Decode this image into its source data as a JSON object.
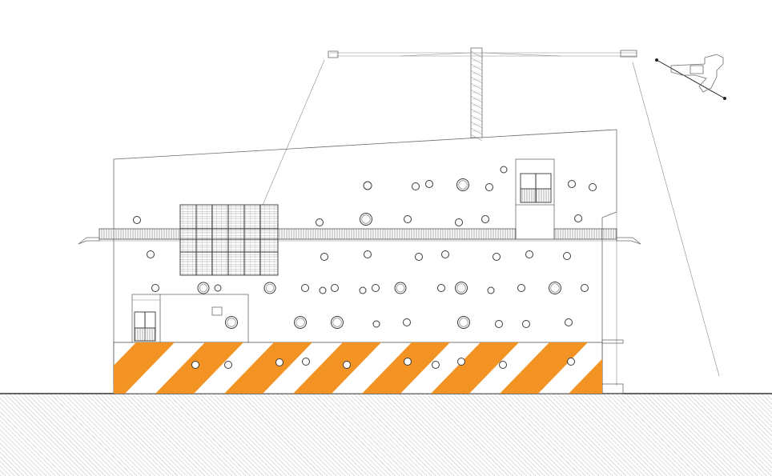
{
  "drawing": {
    "type": "architectural elevation",
    "colors": {
      "stripe": "#f39324",
      "line": "#6b6b6b",
      "ground_hatch": "#9a9a9a",
      "background": "#ffffff"
    },
    "elements": [
      "tower-crane",
      "building-facade",
      "circular-windows",
      "balcony-rail",
      "mesh-panel",
      "hazard-stripes",
      "ground-hatch",
      "site-plan-key"
    ]
  }
}
